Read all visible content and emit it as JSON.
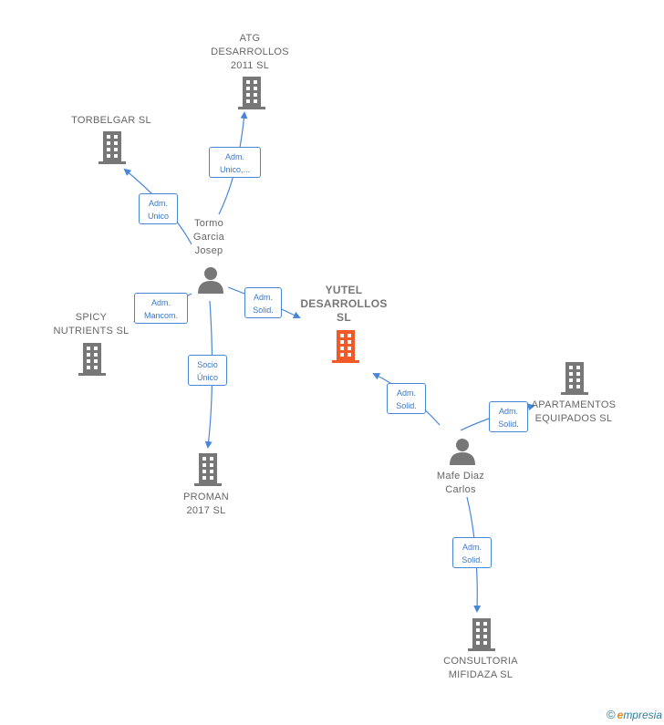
{
  "nodes": {
    "atg": "ATG DESARROLLOS 2011 SL",
    "torbelgar": "TORBELGAR SL",
    "tormo": "Tormo Garcia Josep",
    "spicy": "SPICY NUTRIENTS SL",
    "yutel": "YUTEL DESARROLLOS SL",
    "proman": "PROMAN 2017 SL",
    "apartamentos": "APARTAMENTOS EQUIPADOS SL",
    "mafe": "Mafe Diaz Carlos",
    "consultoria": "CONSULTORIA MIFIDAZA SL"
  },
  "edges": {
    "tormo_atg": "Adm. Unico,...",
    "tormo_torbelgar": "Adm. Unico",
    "tormo_spicy": "Adm. Mancom.",
    "tormo_yutel": "Adm. Solid.",
    "tormo_proman": "Socio Único",
    "mafe_yutel": "Adm. Solid.",
    "mafe_apartamentos": "Adm. Solid.",
    "mafe_consultoria": "Adm. Solid."
  },
  "colors": {
    "edge": "#4a86d8",
    "company_icon": "#777777",
    "focus_company_icon": "#f05a28",
    "person_icon": "#777777"
  },
  "footer": {
    "copyright": "©",
    "brand_initial": "e",
    "brand_rest": "mpresia"
  }
}
